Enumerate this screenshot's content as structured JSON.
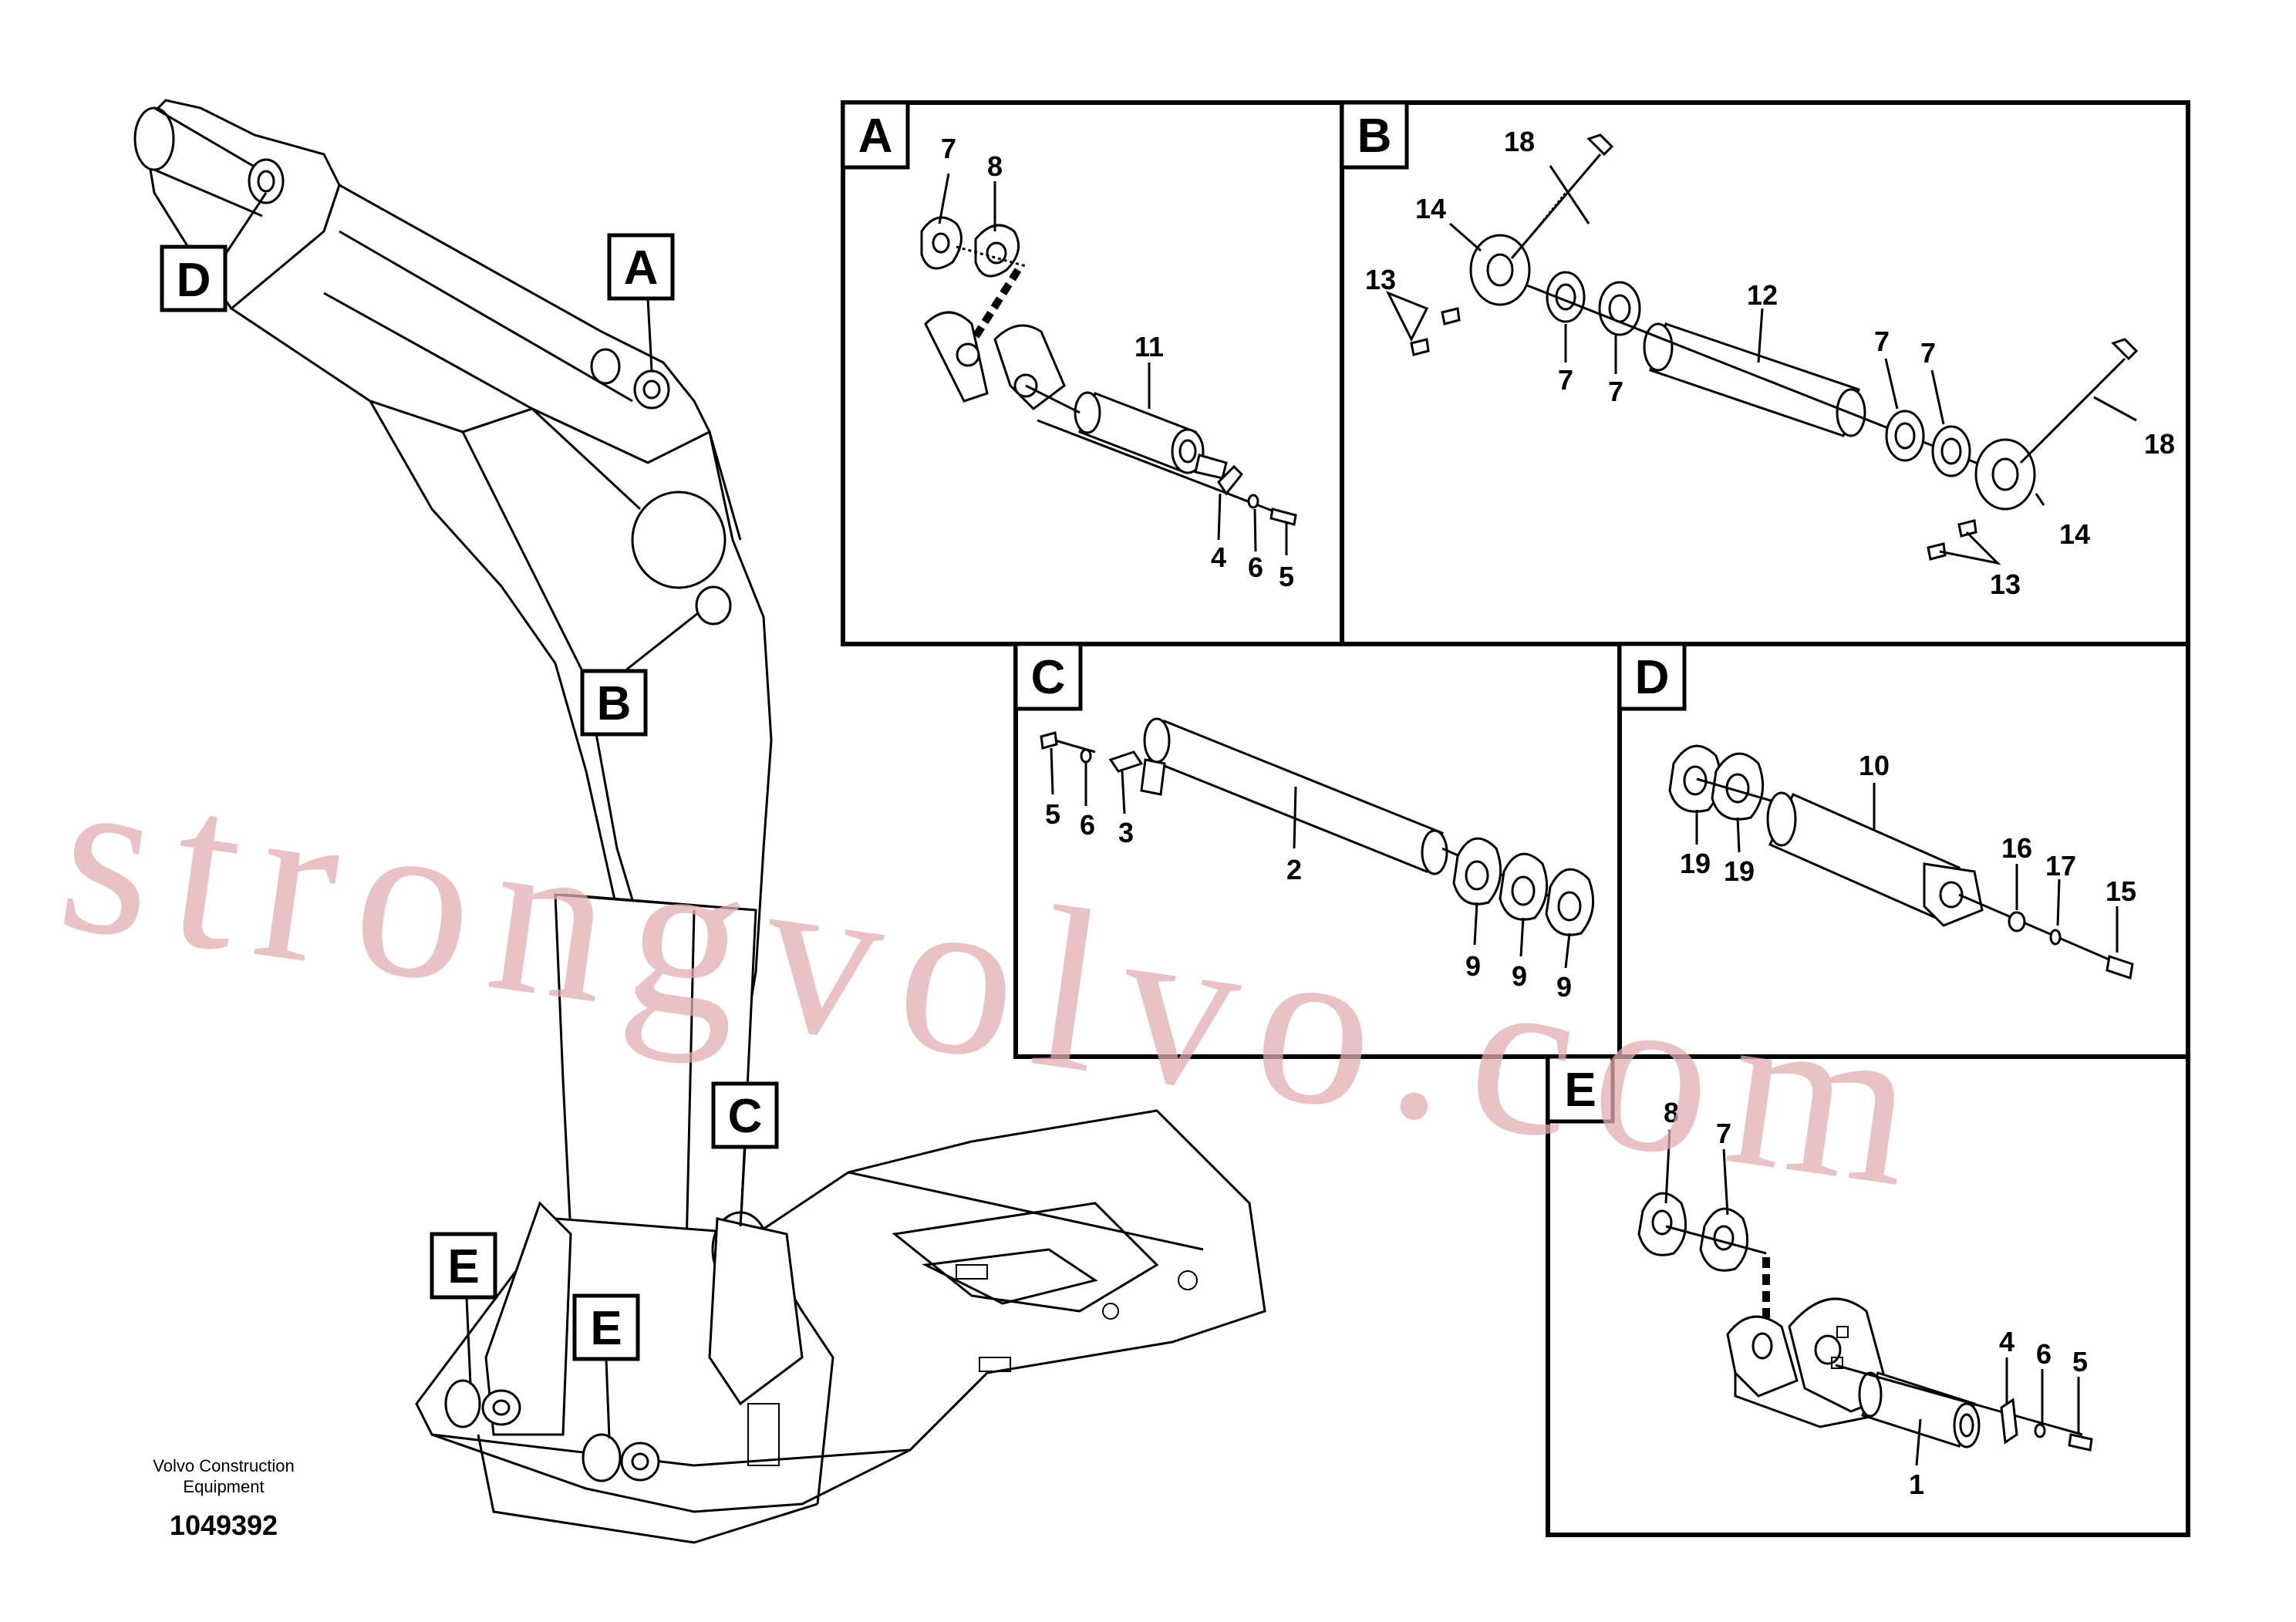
{
  "callouts": {
    "A": "A",
    "B": "B",
    "C": "C",
    "D": "D",
    "E": "E"
  },
  "panel_labels": {
    "A": "A",
    "B": "B",
    "C": "C",
    "D": "D",
    "E": "E"
  },
  "part_numbers": {
    "a7": "7",
    "a8": "8",
    "a11": "11",
    "a4": "4",
    "a6": "6",
    "a5": "5",
    "b18a": "18",
    "b14a": "14",
    "b13a": "13",
    "b7a": "7",
    "b7b": "7",
    "b12": "12",
    "b7c": "7",
    "b7d": "7",
    "b18b": "18",
    "b14b": "14",
    "b13b": "13",
    "c5": "5",
    "c6": "6",
    "c3": "3",
    "c2": "2",
    "c9a": "9",
    "c9b": "9",
    "c9c": "9",
    "d10": "10",
    "d19a": "19",
    "d19b": "19",
    "d16": "16",
    "d17": "17",
    "d15": "15",
    "e8": "8",
    "e7": "7",
    "e4": "4",
    "e6": "6",
    "e5": "5",
    "e1": "1"
  },
  "caption": {
    "line1": "Volvo Construction",
    "line2": "Equipment",
    "drawing_no": "1049392"
  },
  "watermark": "strongvolvo.com"
}
